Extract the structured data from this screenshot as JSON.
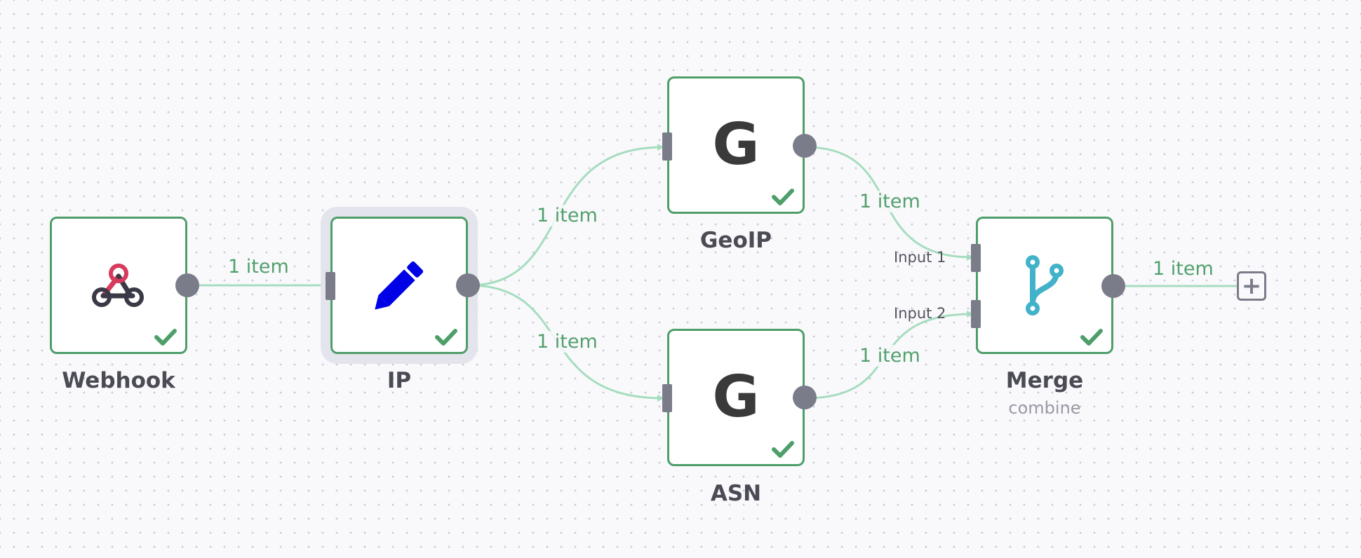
{
  "workflow": {
    "nodes": {
      "webhook": {
        "label": "Webhook",
        "icon": "webhook-icon",
        "status": "success"
      },
      "ip": {
        "label": "IP",
        "icon": "pencil-icon",
        "status": "success",
        "selected": true
      },
      "geoip": {
        "label": "GeoIP",
        "icon_letter": "G",
        "status": "success"
      },
      "asn": {
        "label": "ASN",
        "icon_letter": "G",
        "status": "success"
      },
      "merge": {
        "label": "Merge",
        "sublabel": "combine",
        "icon": "merge-branch-icon",
        "status": "success"
      }
    },
    "edges": [
      {
        "from": "Webhook",
        "to": "IP",
        "label": "1 item"
      },
      {
        "from": "IP",
        "to": "GeoIP",
        "label": "1 item"
      },
      {
        "from": "IP",
        "to": "ASN",
        "label": "1 item"
      },
      {
        "from": "GeoIP",
        "to": "Merge",
        "label": "1 item"
      },
      {
        "from": "ASN",
        "to": "Merge",
        "label": "1 item"
      },
      {
        "from": "Merge",
        "to": "add",
        "label": "1 item"
      }
    ],
    "merge_inputs": [
      "Input 1",
      "Input 2"
    ],
    "add_button_label": "+"
  },
  "colors": {
    "node_border_success": "#4e9e6a",
    "edge": "#a6ddbf",
    "edge_label": "#52a06c",
    "handle": "#7b7c89",
    "pencil": "#0000e6",
    "merge_icon": "#41b2c9",
    "webhook_red": "#d83a5e",
    "webhook_dark": "#3a3a46"
  }
}
